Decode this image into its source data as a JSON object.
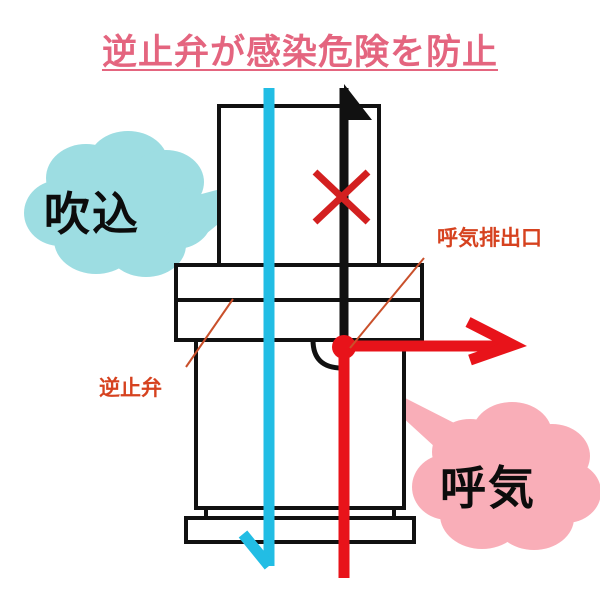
{
  "title": {
    "text": "逆止弁が感染危険を防止",
    "color": "#e4657f",
    "underline": true
  },
  "callouts": [
    {
      "id": "inflow",
      "text": "吹込",
      "bubble_color": "#9ddde2",
      "text_color": "#0c0c0c",
      "points_to": "inflow-line"
    },
    {
      "id": "exhale",
      "text": "呼気",
      "bubble_color": "#f9aeb8",
      "text_color": "#0c0c0c",
      "points_to": "exhale-line"
    }
  ],
  "annotations": [
    {
      "id": "exhaust-port",
      "text": "呼気排出口",
      "color": "#d6421f",
      "leader": "to-valve-outlet"
    },
    {
      "id": "check-valve",
      "text": "逆止弁",
      "color": "#d6421f",
      "leader": "to-flange"
    }
  ],
  "flows": [
    {
      "id": "inflow-line",
      "label": "吹込",
      "color": "#22bde4",
      "direction": "down",
      "blocked": false
    },
    {
      "id": "blocked-up-flow",
      "label": "",
      "color": "#111111",
      "direction": "up",
      "blocked": true,
      "block_marker": "red-x",
      "block_marker_color": "#d32020"
    },
    {
      "id": "exhale-line",
      "label": "呼気",
      "color": "#e8131a",
      "direction": "down-then-right",
      "blocked": false
    }
  ],
  "device": {
    "outline_color": "#111111",
    "fill_color": "#ffffff",
    "valve_dot_color": "#e8131a",
    "valve_flap_color": "#111111"
  }
}
